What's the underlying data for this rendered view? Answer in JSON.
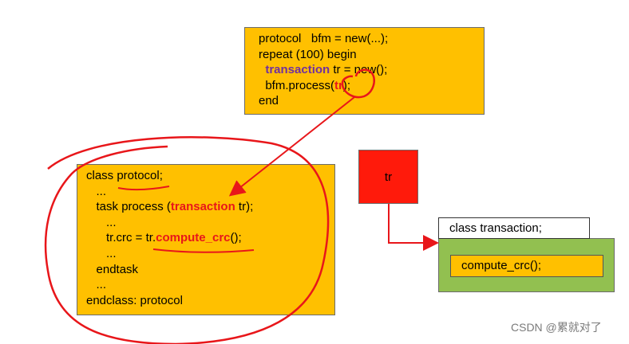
{
  "top_code": {
    "l1": "protocol   bfm = new(...);",
    "l2": "repeat (100) begin",
    "l3_kw": "transaction",
    "l3_rest": " tr = new();",
    "l4_pre": "bfm.process(",
    "l4_arg": "tr",
    "l4_post": ");",
    "l5": "end"
  },
  "left_code": {
    "l1": "class protocol;",
    "l2": "...",
    "l3_pre": "task process (",
    "l3_kw": "transaction",
    "l3_post": " tr);",
    "l4": "...",
    "l5_pre": "tr.crc = ",
    "l5_obj": "tr.",
    "l5_method": "compute_crc",
    "l5_post": "();",
    "l6": "...",
    "l7": "endtask",
    "l8": "...",
    "l9": "endclass: protocol"
  },
  "tr_box": {
    "label": "tr"
  },
  "transaction_class": {
    "header": "class transaction;",
    "method": "compute_crc();"
  },
  "watermark": "CSDN @累就对了",
  "colors": {
    "code_box": "#ffc000",
    "tr_box": "#ff1a0b",
    "class_body": "#92c050",
    "keyword": "#7030a0",
    "highlight_red": "#e8161a"
  }
}
